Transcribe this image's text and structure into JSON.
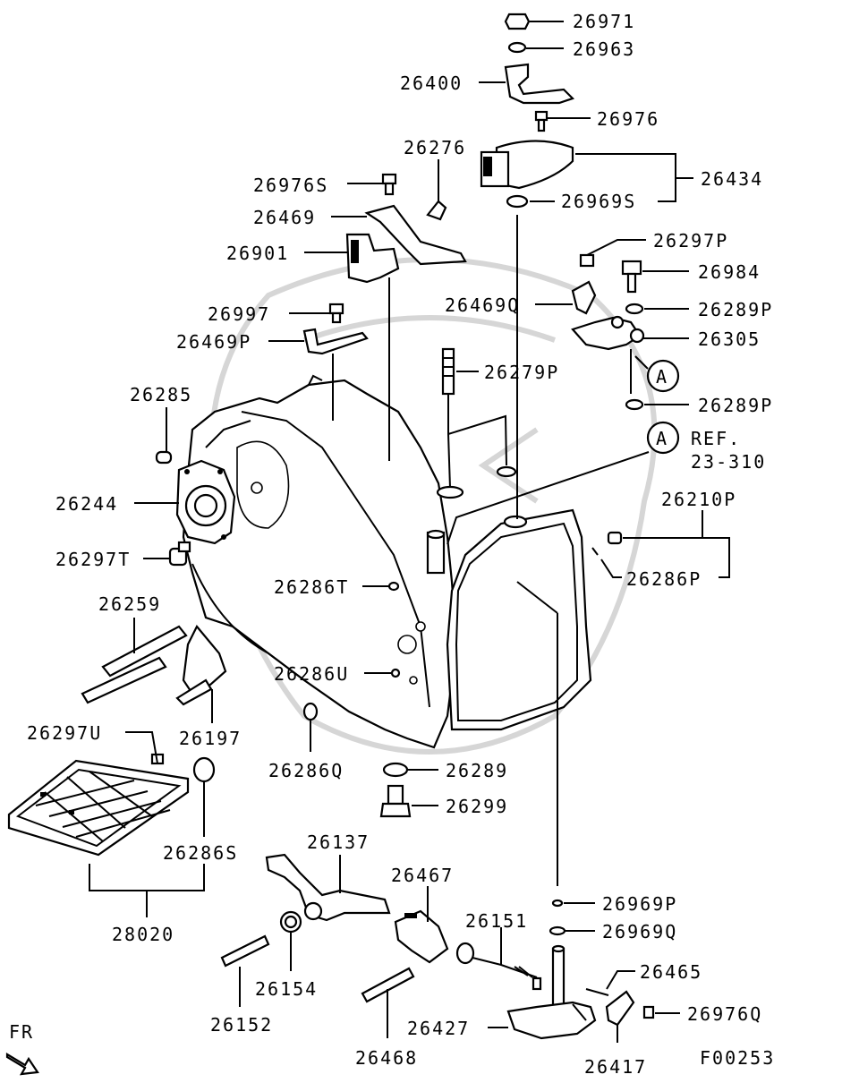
{
  "diagram": {
    "sheet_code": "F00253",
    "front_marker": "FR",
    "ref_marker": "A",
    "ref_text_line1": "REF.",
    "ref_text_line2": "23-310",
    "part_labels": {
      "p26971": "26971",
      "p26963": "26963",
      "p26400": "26400",
      "p26976": "26976",
      "p26276": "26276",
      "p26434": "26434",
      "p26976S": "26976S",
      "p26969S": "26969S",
      "p26469": "26469",
      "p26297P": "26297P",
      "p26901": "26901",
      "p26984": "26984",
      "p26469Q": "26469Q",
      "p26289P_a": "26289P",
      "p26997": "26997",
      "p26469P": "26469P",
      "p26305": "26305",
      "p26279P": "26279P",
      "p26285": "26285",
      "p26289P_b": "26289P",
      "p26244": "26244",
      "p26210P": "26210P",
      "p26297T": "26297T",
      "p26286P": "26286P",
      "p26286T": "26286T",
      "p26259": "26259",
      "p26286U": "26286U",
      "p26297U": "26297U",
      "p26197": "26197",
      "p26286Q": "26286Q",
      "p26289": "26289",
      "p26299": "26299",
      "p26286S": "26286S",
      "p26137": "26137",
      "p26467": "26467",
      "p28020": "28020",
      "p26969P": "26969P",
      "p26151": "26151",
      "p26969Q": "26969Q",
      "p26465": "26465",
      "p26154": "26154",
      "p26976Q": "26976Q",
      "p26152": "26152",
      "p26427": "26427",
      "p26468": "26468",
      "p26417": "26417"
    }
  }
}
